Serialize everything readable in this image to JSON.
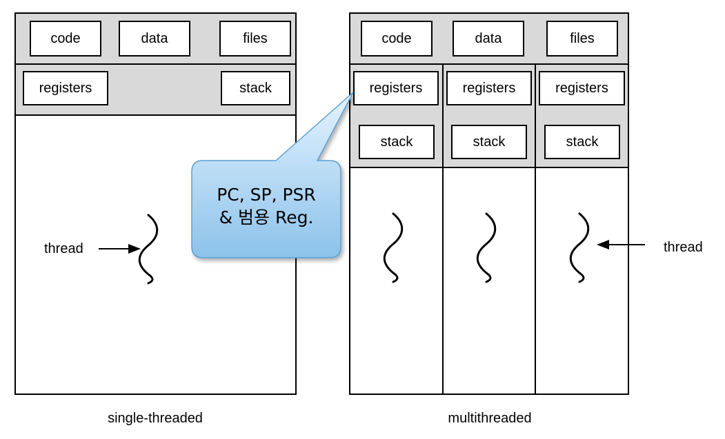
{
  "single": {
    "caption": "single-threaded",
    "code": "code",
    "data": "data",
    "files": "files",
    "registers": "registers",
    "stack": "stack",
    "thread_label": "thread"
  },
  "multi": {
    "caption": "multithreaded",
    "code": "code",
    "data": "data",
    "files": "files",
    "threads": [
      {
        "registers": "registers",
        "stack": "stack"
      },
      {
        "registers": "registers",
        "stack": "stack"
      },
      {
        "registers": "registers",
        "stack": "stack"
      }
    ],
    "thread_label": "thread"
  },
  "callout": {
    "line1": "PC, SP, PSR",
    "line2": "& 범용 Reg."
  },
  "colors": {
    "band": "#d9d9d9",
    "callout_top": "#dcefff",
    "callout_bottom": "#8ec3ea",
    "callout_border": "#5a9fd4"
  }
}
